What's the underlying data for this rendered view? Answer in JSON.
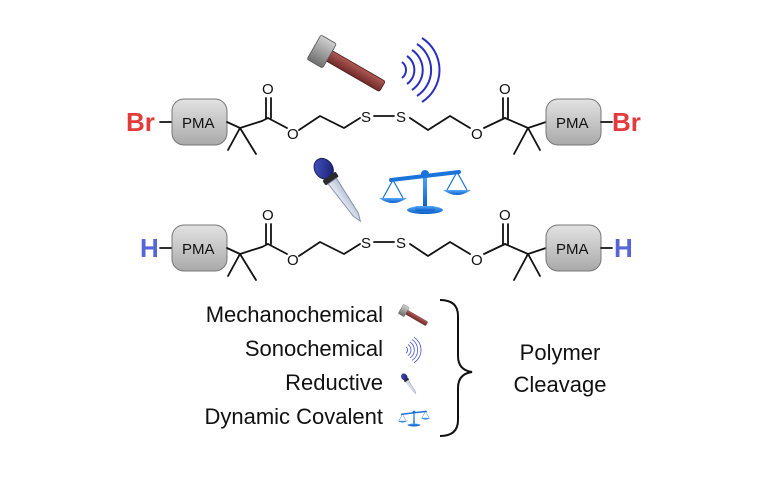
{
  "colors": {
    "bromine": "#e23b3b",
    "hydrogen": "#5566d8",
    "pma_fill": "#c4c4c4",
    "hammer_head": "#7b7b7b",
    "hammer_handle": "#8a3a38",
    "sound_waves": "#2a2fc0",
    "balance": "#1a73d9",
    "dropper_bulb": "#1f2a8a"
  },
  "top_molecule": {
    "left_end": "Br",
    "right_end": "Br",
    "left_core": "PMA",
    "right_core": "PMA",
    "carbonyl_oxygen_left": "O",
    "carbonyl_oxygen_right": "O",
    "ester_oxygen_left": "O",
    "ester_oxygen_right": "O",
    "sulfur_left": "S",
    "sulfur_right": "S"
  },
  "bottom_molecule": {
    "left_end": "H",
    "right_end": "H",
    "left_core": "PMA",
    "right_core": "PMA",
    "carbonyl_oxygen_left": "O",
    "carbonyl_oxygen_right": "O",
    "ester_oxygen_left": "O",
    "ester_oxygen_right": "O",
    "sulfur_left": "S",
    "sulfur_right": "S"
  },
  "stimuli_icons": [
    "hammer-icon",
    "sound-waves-icon",
    "dropper-icon",
    "balance-scale-icon"
  ],
  "legend": {
    "items": [
      {
        "label": "Mechanochemical",
        "icon": "hammer-icon"
      },
      {
        "label": "Sonochemical",
        "icon": "sound-waves-icon"
      },
      {
        "label": "Reductive",
        "icon": "dropper-icon"
      },
      {
        "label": "Dynamic Covalent",
        "icon": "balance-scale-icon"
      }
    ],
    "result_line1": "Polymer",
    "result_line2": "Cleavage"
  }
}
